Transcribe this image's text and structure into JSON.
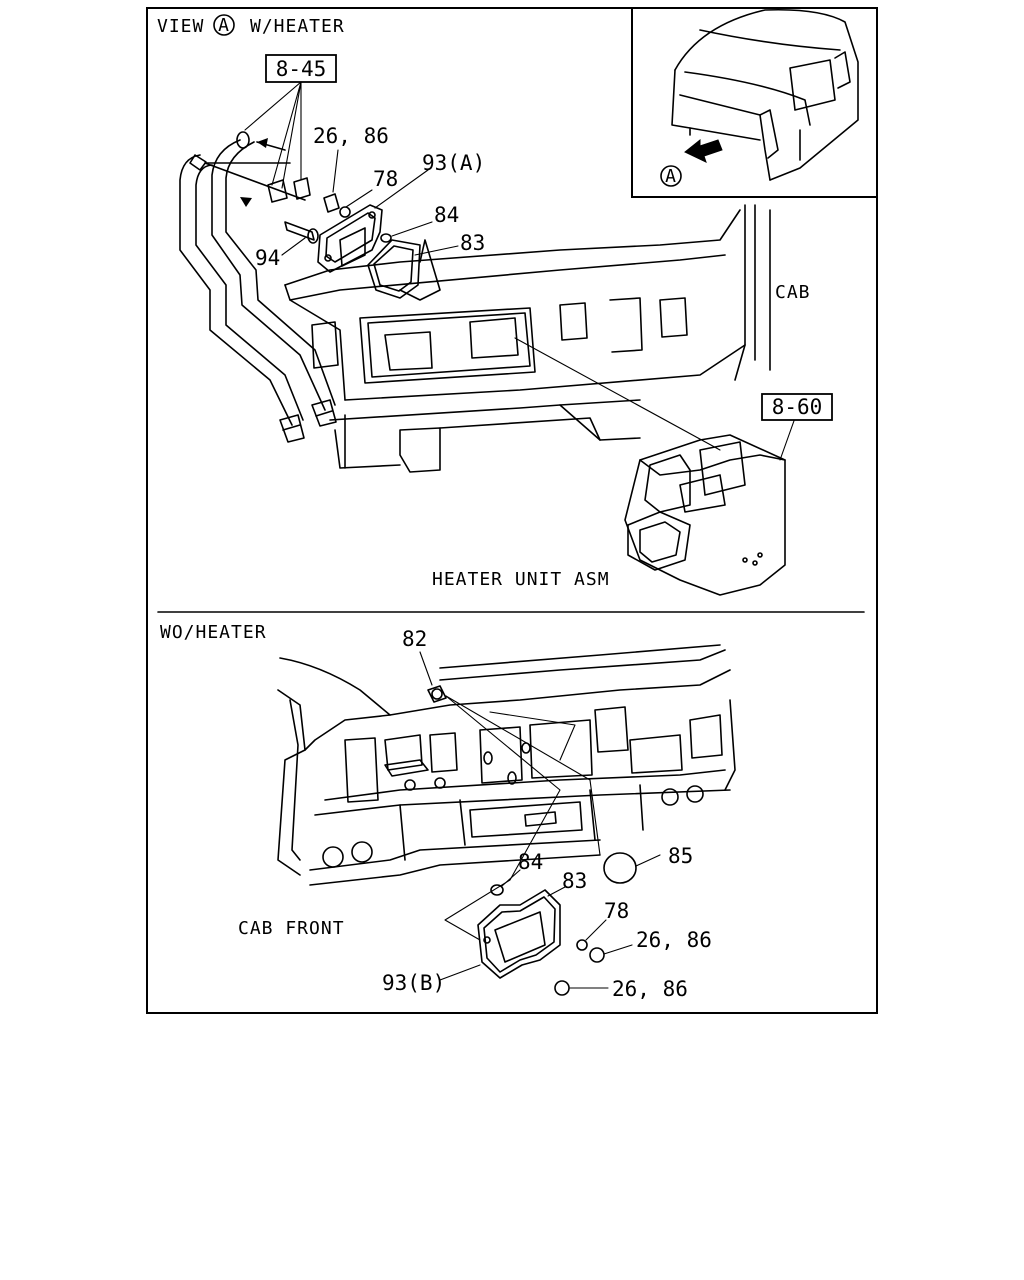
{
  "view_with_heater": {
    "view_prefix": "VIEW",
    "view_marker": "A",
    "title": "W/HEATER",
    "ref_8_45": "8-45",
    "ref_8_60": "8-60",
    "label_26_86": "26, 86",
    "label_78": "78",
    "label_93a": "93(A)",
    "label_84": "84",
    "label_83": "83",
    "label_94": "94",
    "label_cab": "CAB",
    "label_heater_unit": "HEATER UNIT ASM"
  },
  "inset": {
    "view_marker": "A"
  },
  "view_without_heater": {
    "title": "WO/HEATER",
    "label_82": "82",
    "label_85": "85",
    "label_84": "84",
    "label_83": "83",
    "label_78": "78",
    "label_26_86_upper": "26, 86",
    "label_26_86_lower": "26, 86",
    "label_93b": "93(B)",
    "label_cab_front": "CAB FRONT"
  }
}
